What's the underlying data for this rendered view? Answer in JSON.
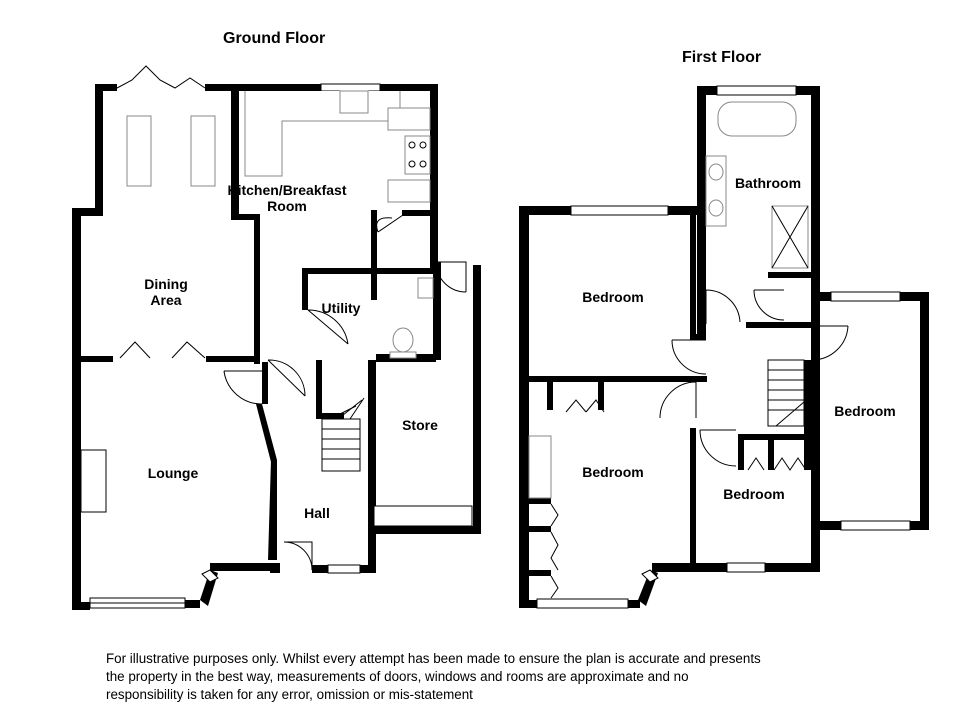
{
  "floors": {
    "ground": {
      "title": "Ground Floor",
      "rooms": {
        "kitchen_line1": "Kitchen/Breakfast",
        "kitchen_line2": "Room",
        "dining_line1": "Dining",
        "dining_line2": "Area",
        "utility": "Utility",
        "store": "Store",
        "lounge": "Lounge",
        "hall": "Hall"
      }
    },
    "first": {
      "title": "First Floor",
      "rooms": {
        "bathroom": "Bathroom",
        "bedroom_1": "Bedroom",
        "bedroom_2": "Bedroom",
        "bedroom_3": "Bedroom",
        "bedroom_4": "Bedroom"
      }
    }
  },
  "disclaimer": {
    "line1": "For illustrative purposes only. Whilst every attempt has been made to ensure the plan is accurate and presents",
    "line2": "the property in the best way, measurements of doors, windows and rooms are approximate and no",
    "line3": "responsibility is taken for any error, omission or mis-statement"
  },
  "colors": {
    "wall": "#000000",
    "background": "#ffffff",
    "fixture": "#888888"
  }
}
